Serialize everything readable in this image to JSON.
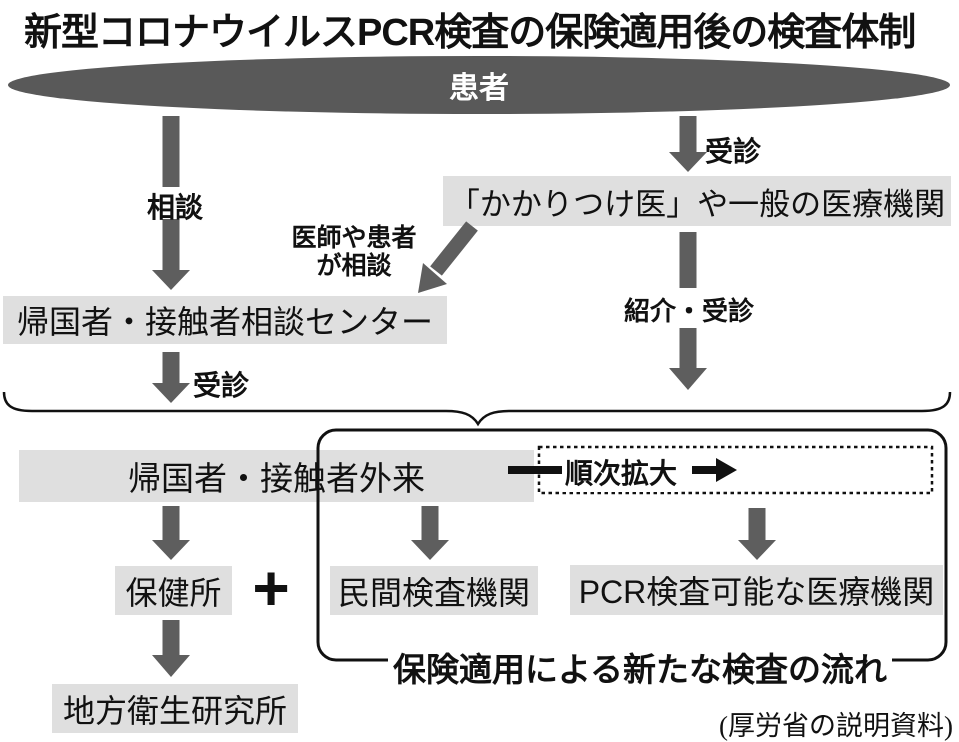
{
  "title": "新型コロナウイルスPCR検査の保険適用後の検査体制",
  "ellipse": {
    "label": "患者"
  },
  "nodes": {
    "family_doctor": "「かかりつけ医」や一般の医療機関",
    "consult_center": "帰国者・接触者相談センター",
    "outpatient": "帰国者・接触者外来",
    "health_center": "保健所",
    "private_lab": "民間検査機関",
    "pcr_capable": "PCR検査可能な医療機関",
    "local_institute": "地方衛生研究所"
  },
  "arrow_labels": {
    "consult": "相談",
    "visit_right": "受診",
    "doctor_consult_line1": "医師や患者",
    "doctor_consult_line2": "が相談",
    "visit_left": "受診",
    "referral_visit": "紹介・受診",
    "expand": "順次拡大"
  },
  "annotations": {
    "plus": "+",
    "new_flow": "保険適用による新たな検査の流れ",
    "credit": "(厚労省の説明資料)"
  },
  "colors": {
    "node_background": "#dfdfdf",
    "ellipse_background": "#595959",
    "arrow_gray": "#5e5e5e",
    "line_black": "#111111"
  }
}
